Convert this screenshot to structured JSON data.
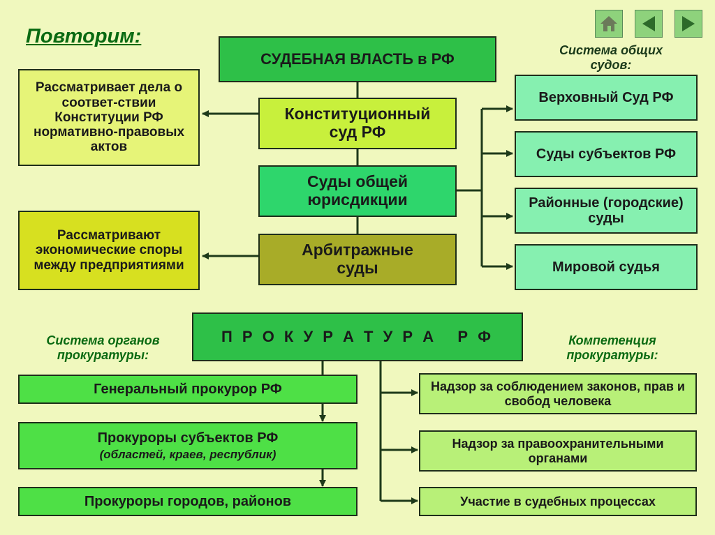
{
  "heading": "Повторим:",
  "nav": {
    "home": "home-icon",
    "back": "arrow-left-icon",
    "forward": "arrow-right-icon"
  },
  "court": {
    "title": "СУДЕБНАЯ ВЛАСТЬ в РФ",
    "constitutional": "Конституционный суд РФ",
    "general": "Суды общей юрисдикции",
    "arbitration": "Арбитражные суды",
    "constitutional_desc": "Рассматривает дела о соответ-ствии Конституции РФ нормативно-правовых актов",
    "arbitration_desc": "Рассматривают экономические споры между предприятиями",
    "system_label": "Система общих судов:",
    "system": [
      "Верховный Суд РФ",
      "Суды субъектов РФ",
      "Районные (городские) суды",
      "Мировой судья"
    ]
  },
  "prosecution": {
    "title": "П Р О К У Р А Т У Р А   Р Ф",
    "organs_label": "Система органов прокуратуры:",
    "competence_label": "Компетенция прокуратуры:",
    "general_prosecutor": "Генеральный прокурор РФ",
    "subject_prosecutors": "Прокуроры субъектов РФ",
    "subject_prosecutors_note": "(областей, краев, республик)",
    "city_prosecutors": "Прокуроры городов, районов",
    "competence": [
      "Надзор за соблюдением законов, прав и свобод человека",
      "Надзор за правоохранительными органами",
      "Участие в судебных процессах"
    ]
  },
  "colors": {
    "background": "#f0f8be",
    "title_green": "#2ec048",
    "constitutional": "#c8f03c",
    "general": "#2ed66c",
    "arbitration": "#a8ac28",
    "arbitration_desc": "#d7e020",
    "constitutional_desc": "#e6f478",
    "system": "#86f0b0",
    "prosecution_organs": "#4ee046",
    "competence": "#b8f078",
    "lines": "#1e3a1a"
  }
}
